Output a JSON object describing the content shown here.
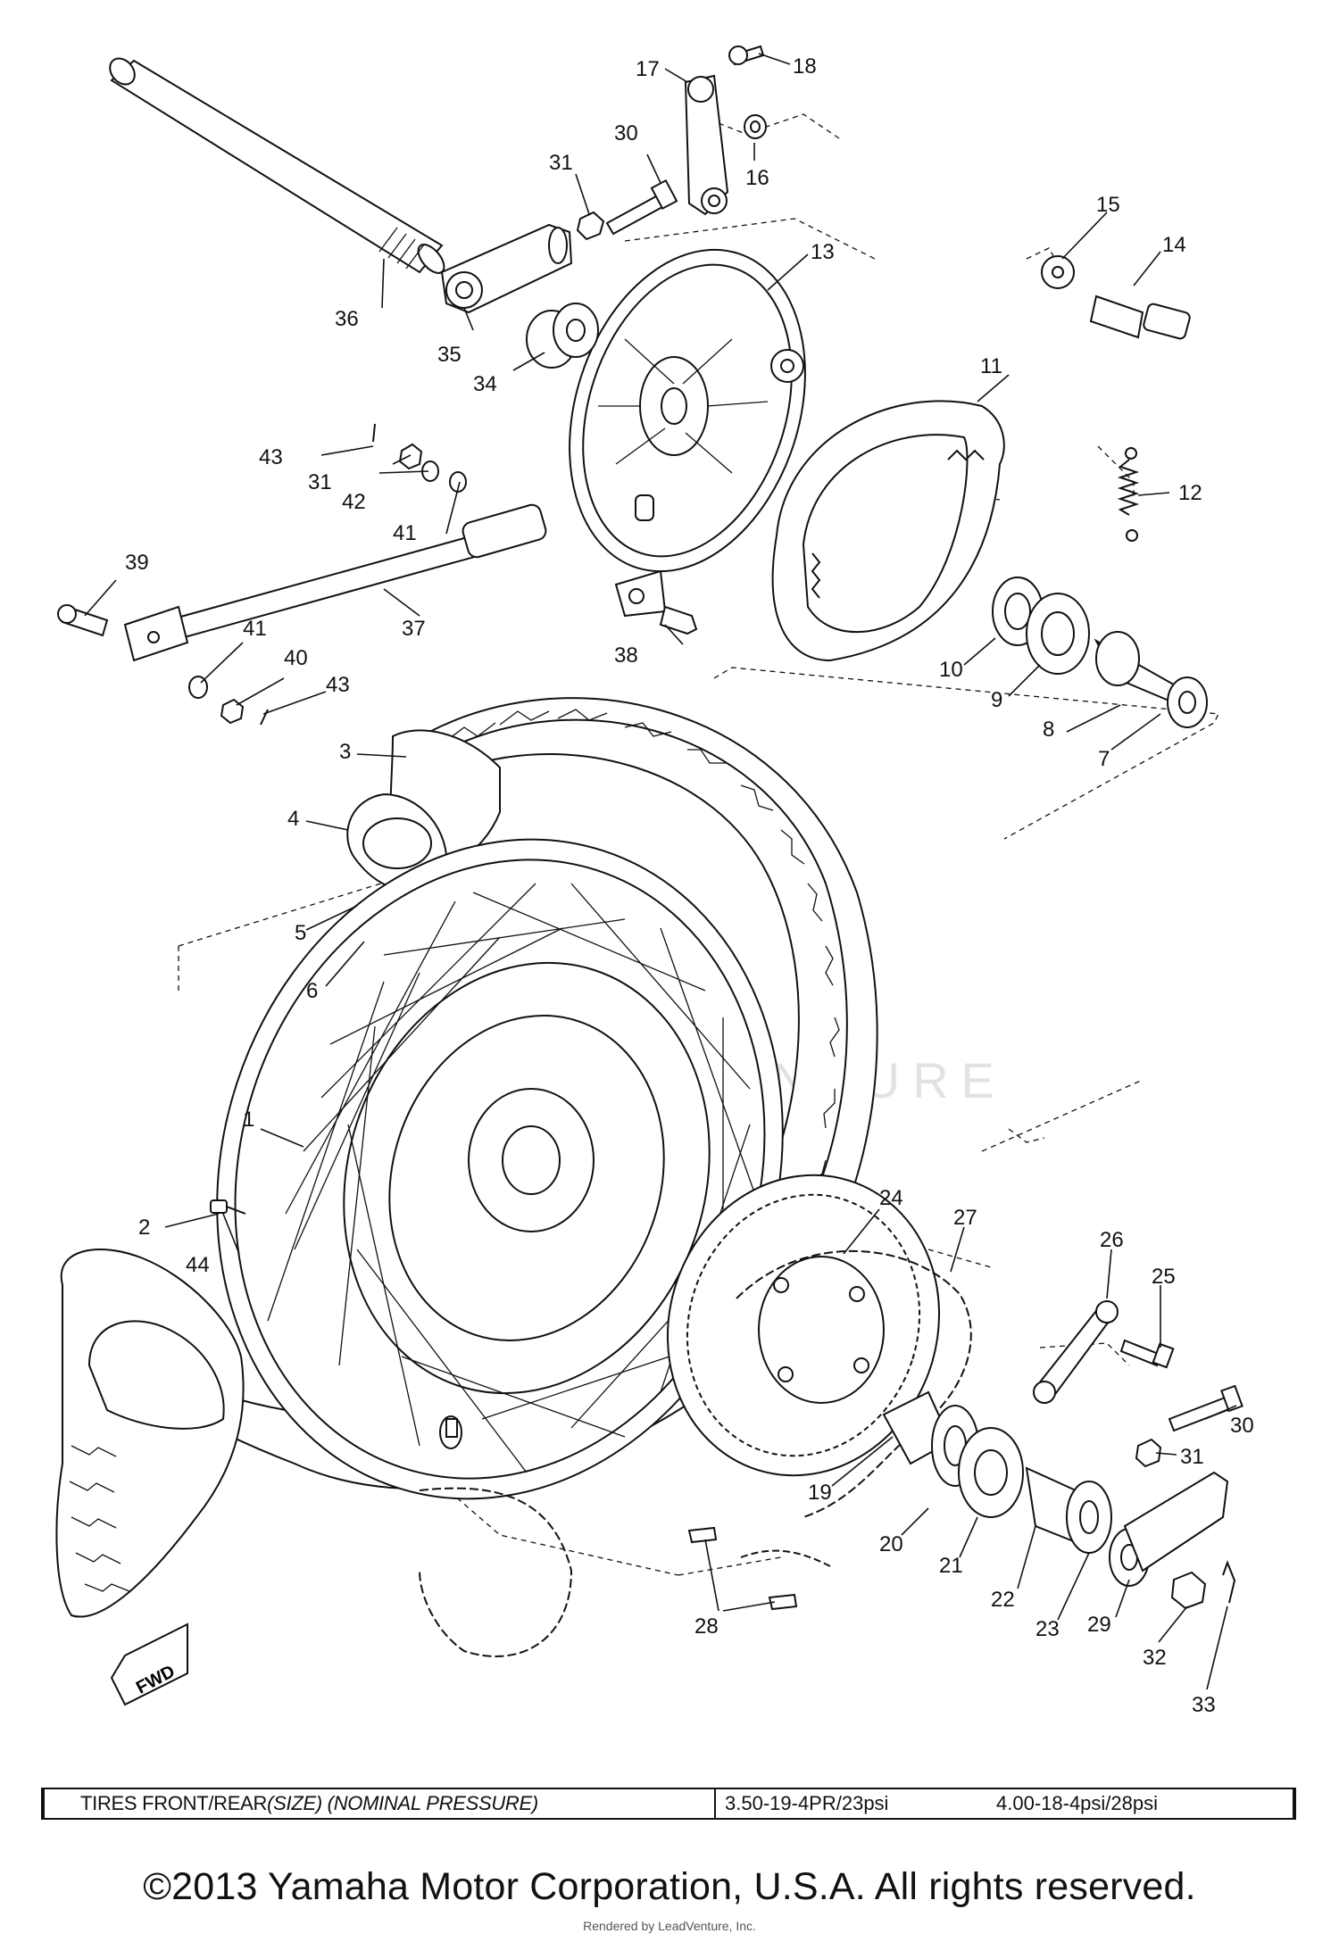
{
  "callouts": [
    {
      "id": "1",
      "label": "1"
    },
    {
      "id": "2",
      "label": "2"
    },
    {
      "id": "3",
      "label": "3"
    },
    {
      "id": "4",
      "label": "4"
    },
    {
      "id": "5",
      "label": "5"
    },
    {
      "id": "6",
      "label": "6"
    },
    {
      "id": "7",
      "label": "7"
    },
    {
      "id": "8",
      "label": "8"
    },
    {
      "id": "9",
      "label": "9"
    },
    {
      "id": "10",
      "label": "10"
    },
    {
      "id": "11",
      "label": "11"
    },
    {
      "id": "12",
      "label": "12"
    },
    {
      "id": "13",
      "label": "13"
    },
    {
      "id": "14",
      "label": "14"
    },
    {
      "id": "15",
      "label": "15"
    },
    {
      "id": "16",
      "label": "16"
    },
    {
      "id": "17",
      "label": "17"
    },
    {
      "id": "18",
      "label": "18"
    },
    {
      "id": "19",
      "label": "19"
    },
    {
      "id": "20",
      "label": "20"
    },
    {
      "id": "21",
      "label": "21"
    },
    {
      "id": "22",
      "label": "22"
    },
    {
      "id": "23",
      "label": "23"
    },
    {
      "id": "24",
      "label": "24"
    },
    {
      "id": "25",
      "label": "25"
    },
    {
      "id": "26",
      "label": "26"
    },
    {
      "id": "27",
      "label": "27"
    },
    {
      "id": "28",
      "label": "28"
    },
    {
      "id": "29",
      "label": "29"
    },
    {
      "id": "30a",
      "label": "30"
    },
    {
      "id": "30b",
      "label": "30"
    },
    {
      "id": "31a",
      "label": "31"
    },
    {
      "id": "31b",
      "label": "31"
    },
    {
      "id": "31c",
      "label": "31"
    },
    {
      "id": "32",
      "label": "32"
    },
    {
      "id": "33",
      "label": "33"
    },
    {
      "id": "34",
      "label": "34"
    },
    {
      "id": "35",
      "label": "35"
    },
    {
      "id": "36",
      "label": "36"
    },
    {
      "id": "37",
      "label": "37"
    },
    {
      "id": "38",
      "label": "38"
    },
    {
      "id": "39",
      "label": "39"
    },
    {
      "id": "40",
      "label": "40"
    },
    {
      "id": "41a",
      "label": "41"
    },
    {
      "id": "41b",
      "label": "41"
    },
    {
      "id": "42",
      "label": "42"
    },
    {
      "id": "43a",
      "label": "43"
    },
    {
      "id": "43b",
      "label": "43"
    },
    {
      "id": "44",
      "label": "44"
    }
  ],
  "fwd_label": "FWD",
  "watermark": "LEADVENTURE",
  "spec_table": {
    "label_prefix": "TIRES FRONT/REAR ",
    "label_italic": "(SIZE) (NOMINAL PRESSURE)",
    "front": "3.50-19-4PR/23psi",
    "rear": "4.00-18-4psi/28psi"
  },
  "copyright": "©2013 Yamaha Motor Corporation, U.S.A. All rights reserved.",
  "rendered_by": "Rendered by LeadVenture, Inc."
}
